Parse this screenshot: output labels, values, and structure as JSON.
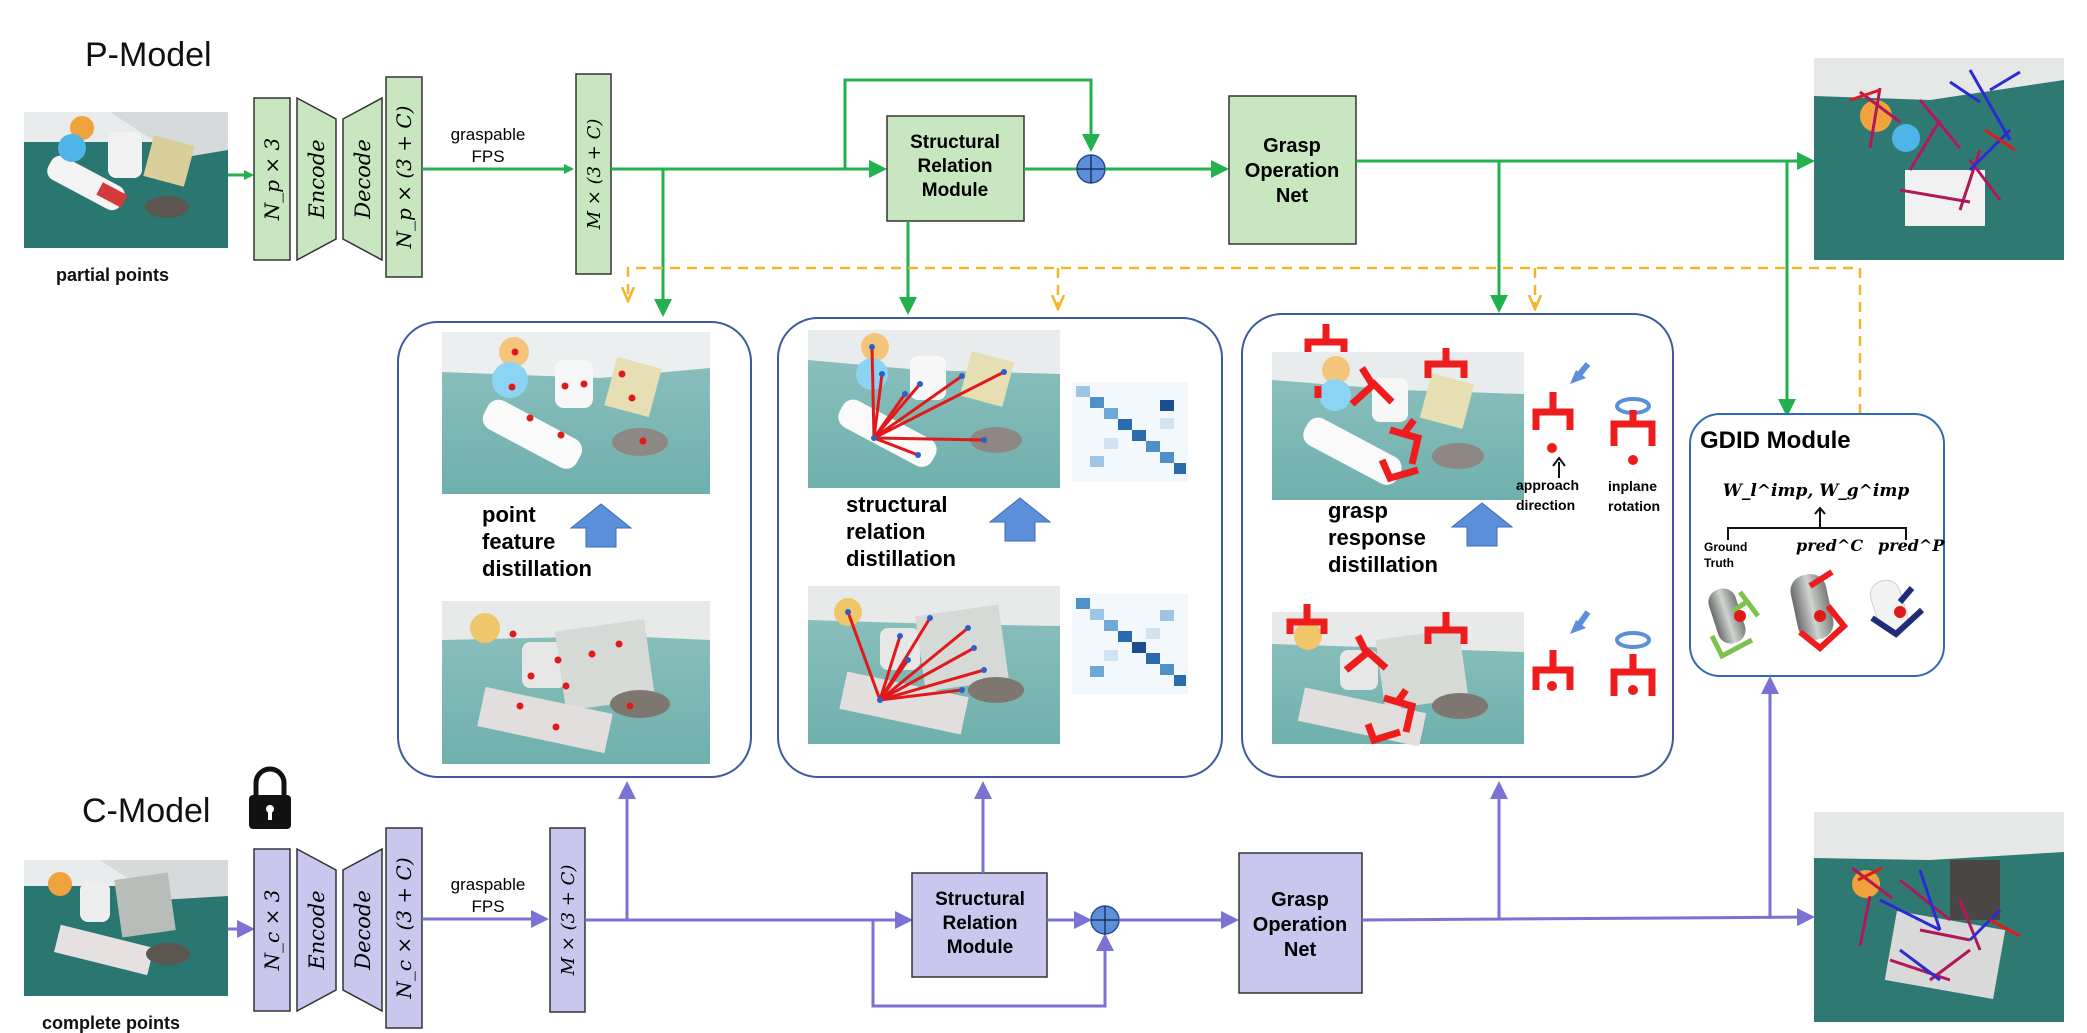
{
  "top": {
    "title": "P-Model",
    "input_caption": "partial points",
    "shape_in": "N_p × 3",
    "encode": "Encode",
    "decode": "Decode",
    "shape_out": "N_p × (3 + C)",
    "fps_line1": "graspable",
    "fps_line2": "FPS",
    "m_shape": "M × (3 + C)",
    "srm": [
      "Structural",
      "Relation",
      "Module"
    ],
    "gon": [
      "Grasp",
      "Operation",
      "Net"
    ]
  },
  "bottom": {
    "title": "C-Model",
    "input_caption": "complete points",
    "shape_in": "N_c × 3",
    "encode": "Encode",
    "decode": "Decode",
    "shape_out": "N_c × (3 + C)",
    "fps_line1": "graspable",
    "fps_line2": "FPS",
    "m_shape": "M × (3 + C)",
    "srm": [
      "Structural",
      "Relation",
      "Module"
    ],
    "gon": [
      "Grasp",
      "Operation",
      "Net"
    ]
  },
  "panels": {
    "point": [
      "point",
      "feature",
      "distillation"
    ],
    "structural": [
      "structural",
      "relation",
      "distillation"
    ],
    "grasp": [
      "grasp",
      "response",
      "distillation"
    ],
    "approach": [
      "approach",
      "direction"
    ],
    "inplane": [
      "inplane",
      "rotation"
    ]
  },
  "gdid": {
    "title": "GDID Module",
    "weights": "W_l^imp, W_g^imp",
    "gt_line1": "Ground",
    "gt_line2": "Truth",
    "pred_c": "pred^C",
    "pred_p": "pred^P"
  },
  "colors": {
    "green_fill": "#c8e6c0",
    "green_line": "#22b14c",
    "purple_fill": "#c9c7ee",
    "purple_line": "#7b72d4",
    "yellow_dash": "#f5b52a",
    "panel_border": "#3d5a9e",
    "blue_arrow": "#5b8fd9",
    "gripper_red": "#ee1c1c",
    "gdid_blue": "#2e6ab8"
  }
}
